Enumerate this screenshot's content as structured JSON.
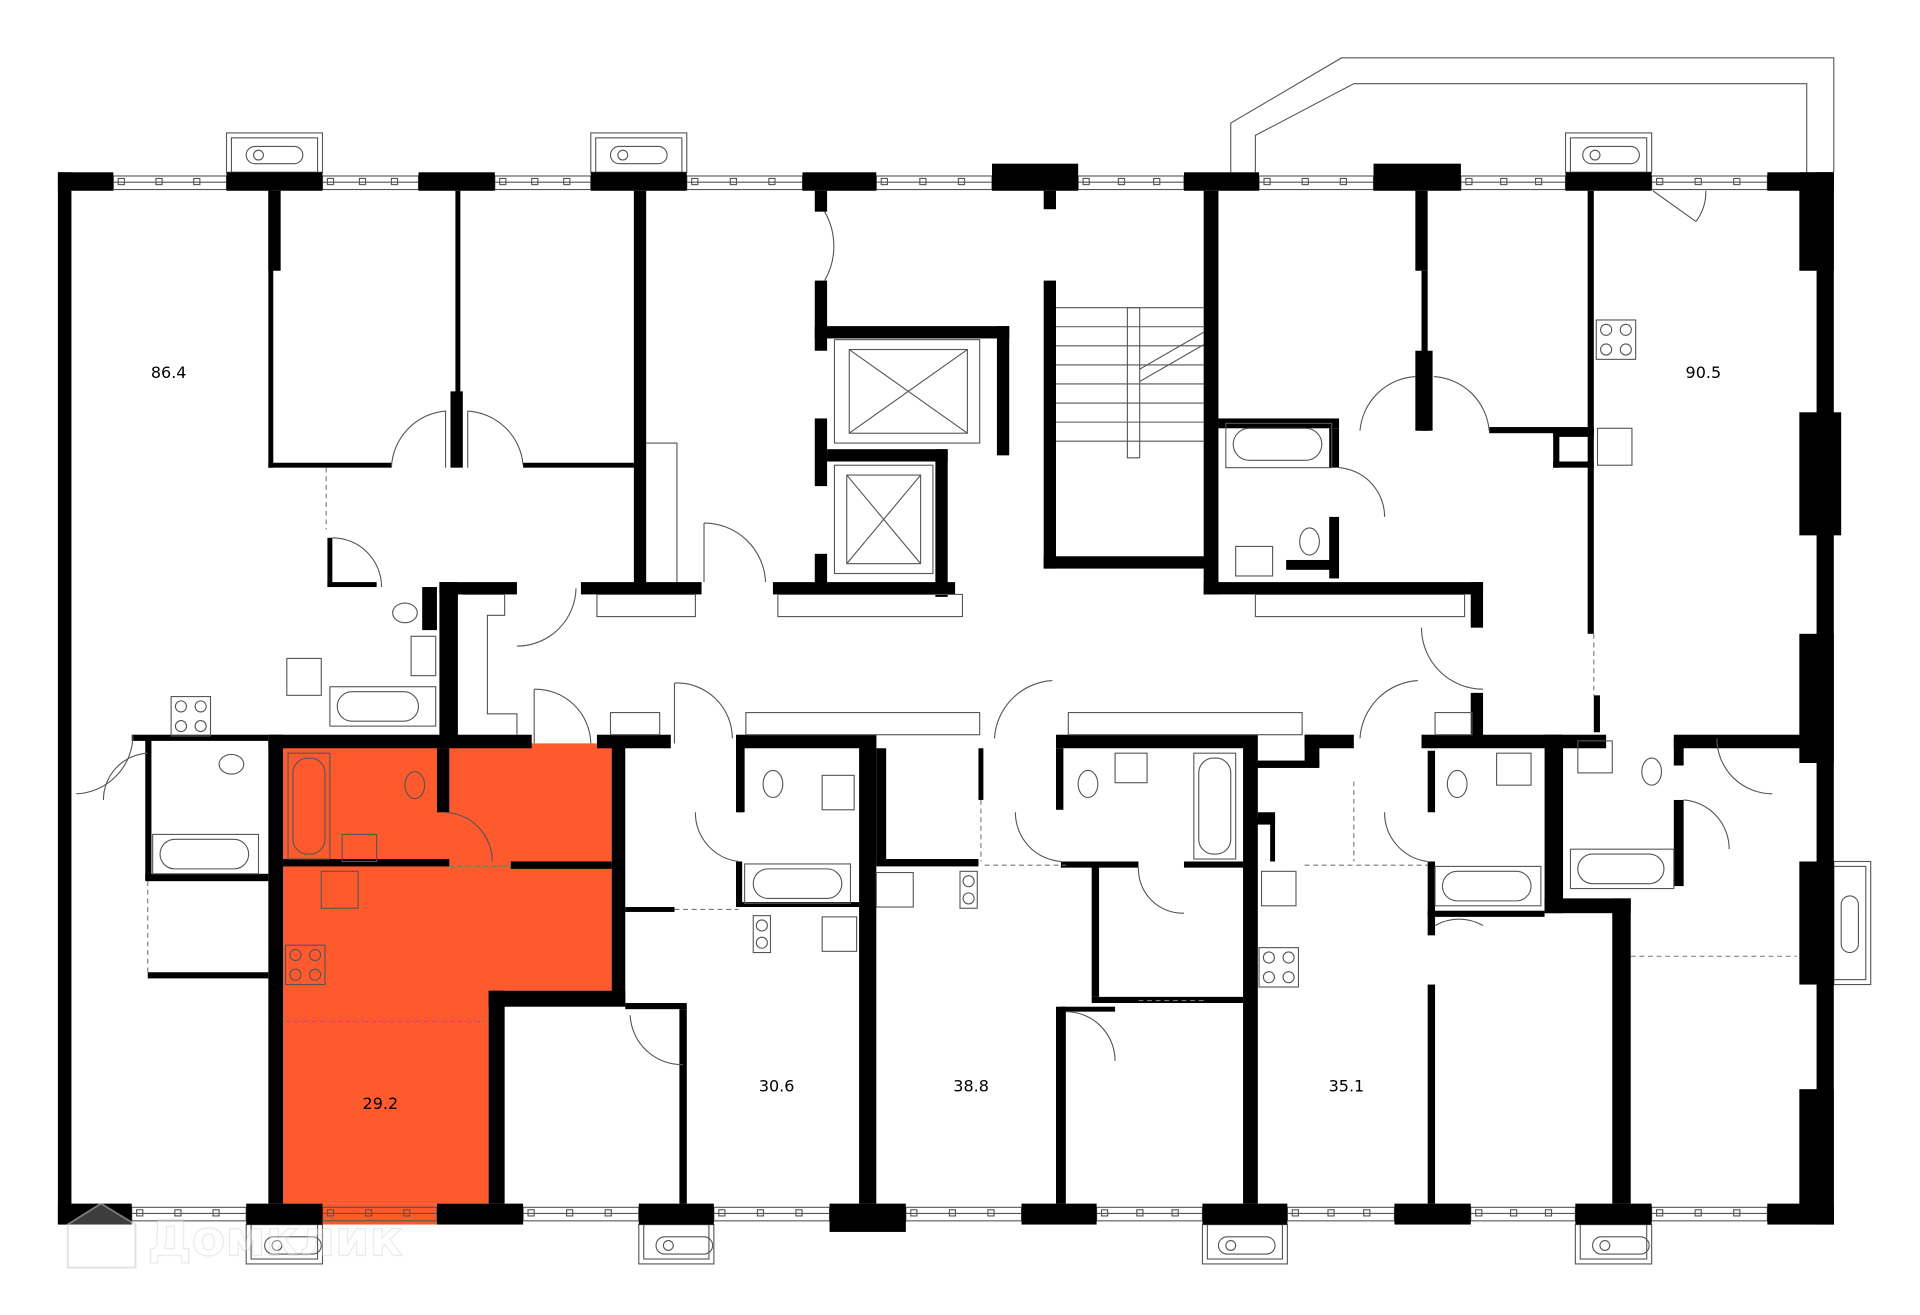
{
  "plan": {
    "apartments": [
      {
        "id": "apt-86-4",
        "area": "86.4",
        "selected": false
      },
      {
        "id": "apt-90-5",
        "area": "90.5",
        "selected": false
      },
      {
        "id": "apt-29-2",
        "area": "29.2",
        "selected": true
      },
      {
        "id": "apt-30-6",
        "area": "30.6",
        "selected": false
      },
      {
        "id": "apt-38-8",
        "area": "38.8",
        "selected": false
      },
      {
        "id": "apt-35-1",
        "area": "35.1",
        "selected": false
      }
    ],
    "highlight_color": "#FF5A2D",
    "wall_color": "#000000"
  },
  "watermark": {
    "text": "Домклик"
  }
}
